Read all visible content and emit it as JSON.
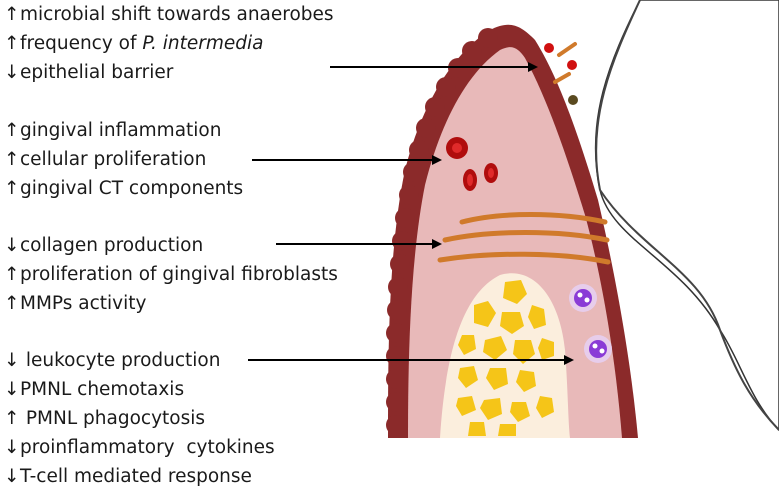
{
  "groups": [
    {
      "items": [
        {
          "arrow": "↑",
          "text": "microbial shift towards anaerobes"
        },
        {
          "arrow": "↑",
          "text": "frequency of ",
          "italic": "P. intermedia"
        },
        {
          "arrow": "↓",
          "text": "epithelial barrier"
        }
      ]
    },
    {
      "items": [
        {
          "arrow": "↑",
          "text": "gingival inflammation"
        },
        {
          "arrow": "↑",
          "text": "cellular proliferation"
        },
        {
          "arrow": "↑",
          "text": "gingival CT components"
        }
      ]
    },
    {
      "items": [
        {
          "arrow": "↓",
          "text": "collagen production"
        },
        {
          "arrow": "↑",
          "text": "proliferation of gingival fibroblasts"
        },
        {
          "arrow": "↑",
          "text": "MMPs activity"
        }
      ]
    },
    {
      "items": [
        {
          "arrow": "↓",
          "text": " leukocyte production"
        },
        {
          "arrow": "↓",
          "text": "PMNL chemotaxis"
        },
        {
          "arrow": "↑",
          "text": " PMNL phagocytosis"
        },
        {
          "arrow": "↓",
          "text": "proinflammatory  cytokines"
        },
        {
          "arrow": "↓",
          "text": "T-cell mediated response"
        }
      ]
    }
  ],
  "colors": {
    "gingiva_outer": "#8b2a2a",
    "gingiva_inner": "#e8b9b9",
    "collagen": "#d07a2b",
    "bone": "#f5c518",
    "marrow_bg": "#fbeedd",
    "leukocyte": "#8a3bd6",
    "blood_cell": "#b00d0d"
  }
}
